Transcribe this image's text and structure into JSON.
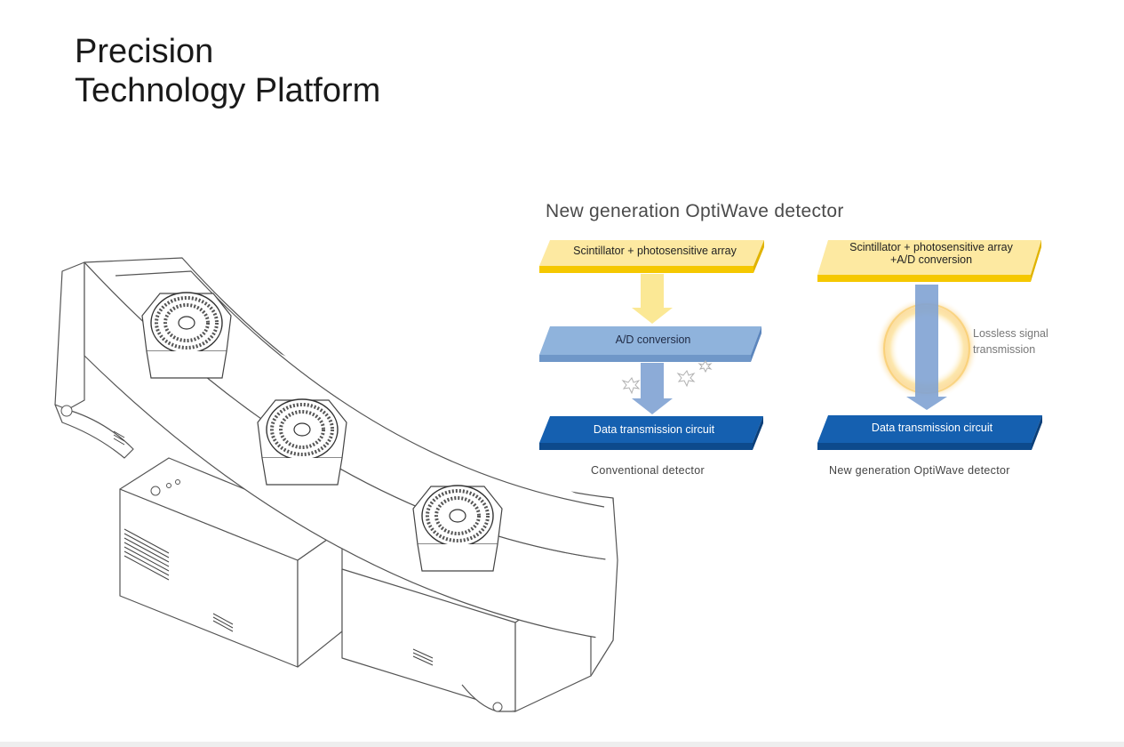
{
  "title": {
    "line1": "Precision",
    "line2": "Technology Platform"
  },
  "diagram": {
    "title": "New generation OptiWave detector",
    "conventional": {
      "top_layer": "Scintillator + photosensitive array",
      "middle_layer": "A/D conversion",
      "bottom_layer": "Data transmission circuit",
      "caption": "Conventional detector"
    },
    "optiwave": {
      "top_layer_line1": "Scintillator + photosensitive array",
      "top_layer_line2": "+A/D conversion",
      "note_line1": "Lossless signal",
      "note_line2": "transmission",
      "bottom_layer": "Data transmission circuit",
      "caption": "New generation OptiWave detector"
    },
    "colors": {
      "yellow_top": "#fde9a1",
      "yellow_side": "#f5c800",
      "blue_light": "#8fb3dc",
      "blue_dark": "#1560b0",
      "arrow_yellow": "#fbe68a",
      "arrow_blue": "#7fa2d3"
    }
  }
}
